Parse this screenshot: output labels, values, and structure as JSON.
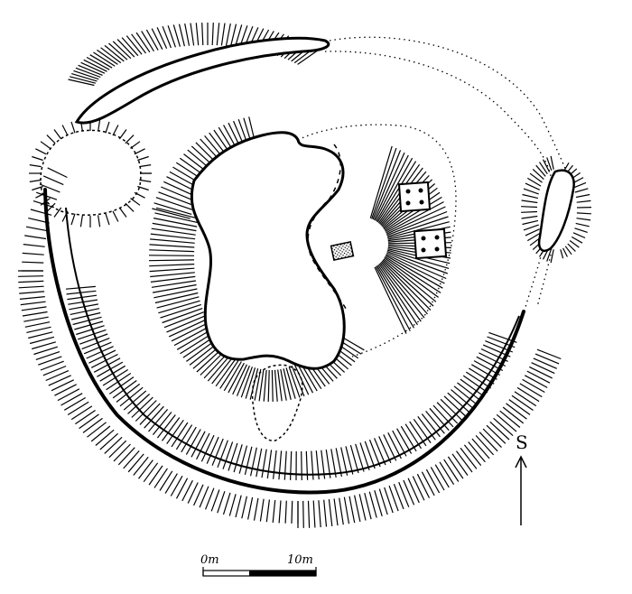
{
  "map": {
    "north_label": "S",
    "scale_bar": {
      "start_label": "0m",
      "end_label": "10m"
    },
    "features": {
      "rectangular_features": [
        {
          "marks": 4
        },
        {
          "marks": 4
        },
        {
          "marks": 0,
          "fill": "stippled"
        }
      ]
    }
  }
}
